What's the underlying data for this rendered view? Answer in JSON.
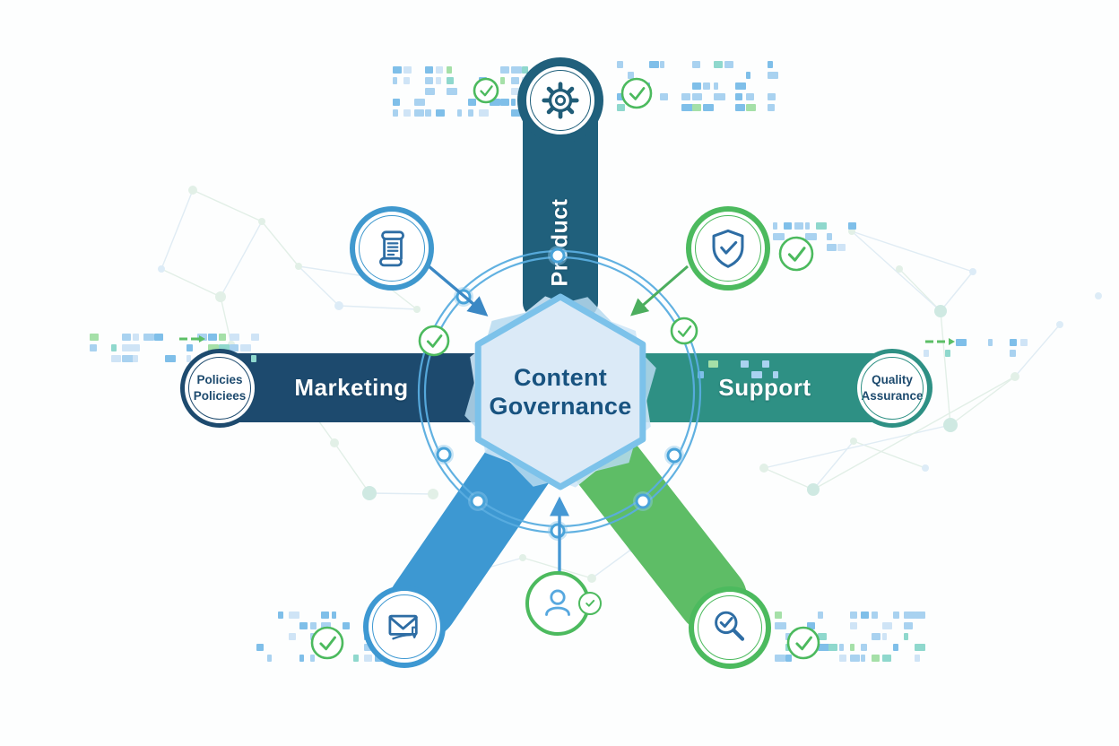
{
  "diagram_type": "hub-and-spoke",
  "center": {
    "line1": "Content",
    "line2": "Governance"
  },
  "spokes": {
    "product": {
      "label": "Product",
      "color": "#20607c",
      "icon": "gear-icon"
    },
    "marketing": {
      "label": "Marketing",
      "color": "#1d4a6e",
      "cap": {
        "line1": "Policies",
        "line2": "Policiees"
      }
    },
    "support": {
      "label": "Support",
      "color": "#2e9084",
      "cap": {
        "line1": "Quality",
        "line2": "Assurance"
      }
    },
    "bottom_left": {
      "color": "#3d98d2",
      "icon": "envelope-pen-icon"
    },
    "bottom_right": {
      "color": "#5ebd66",
      "icon": "magnifier-check-icon"
    }
  },
  "satellites": {
    "policy_scroll": {
      "icon": "scroll-icon",
      "ring_color": "#3f98ce"
    },
    "shield": {
      "icon": "shield-check-icon",
      "ring_color": "#4cba5e"
    },
    "person": {
      "icon": "person-icon",
      "ring_color": "#4cba5e"
    }
  },
  "colors": {
    "ring": "#59ade0",
    "hex_fill": "#dbeaf7",
    "hex_border": "#7cc2ea",
    "hex_back": "#b7daf0",
    "center_text": "#185380",
    "icon_stroke": "#2e6da4",
    "check_green": "#4cba5e",
    "arrow_blue": "#3b88c4",
    "arrow_green": "#4cae5e",
    "pixel_blue": "#a9d2f0",
    "pixel_green": "#a5e0a8"
  }
}
